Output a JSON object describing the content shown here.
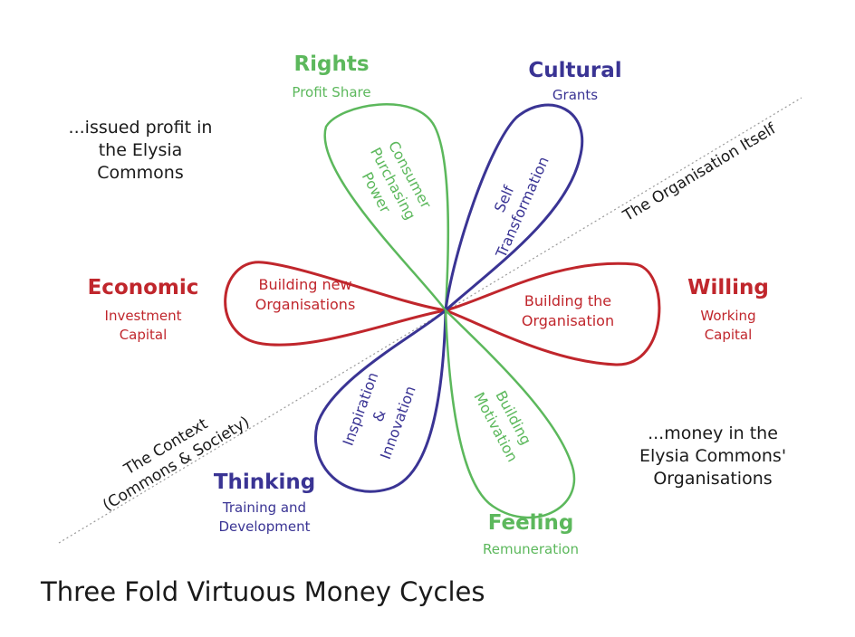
{
  "title": "Three Fold Virtuous Money Cycles",
  "colors": {
    "rights": "#5cb85c",
    "cultural": "#3a3494",
    "economic": "#c0262c",
    "ink": "#1a1a1a",
    "axis": "#9a9a9a"
  },
  "rights": {
    "heading": "Rights",
    "sub": "Profit Share",
    "petal": [
      "Consumer",
      "Purchasing",
      "Power"
    ]
  },
  "cultural": {
    "heading": "Cultural",
    "sub": "Grants",
    "petal": [
      "Self",
      "Transformation"
    ]
  },
  "economic": {
    "heading": "Economic",
    "sub": [
      "Investment",
      "Capital"
    ],
    "petal": [
      "Building new",
      "Organisations"
    ]
  },
  "willing": {
    "heading": "Willing",
    "sub": [
      "Working",
      "Capital"
    ],
    "petal": [
      "Building the",
      "Organisation"
    ]
  },
  "thinking": {
    "heading": "Thinking",
    "sub": [
      "Training and",
      "Development"
    ],
    "petal": [
      "Inspiration",
      "&",
      "Innovation"
    ]
  },
  "feeling": {
    "heading": "Feeling",
    "sub": "Remuneration",
    "petal": [
      "Building",
      "Motivation"
    ]
  },
  "notes": {
    "top_left": [
      "...issued profit in",
      "the Elysia",
      "Commons"
    ],
    "bottom_right": [
      "...money in the",
      "Elysia Commons'",
      "Organisations"
    ]
  },
  "axis_labels": {
    "organisation": "The Organisation Itself",
    "context": [
      "The Context",
      "(Commons & Society)"
    ]
  }
}
